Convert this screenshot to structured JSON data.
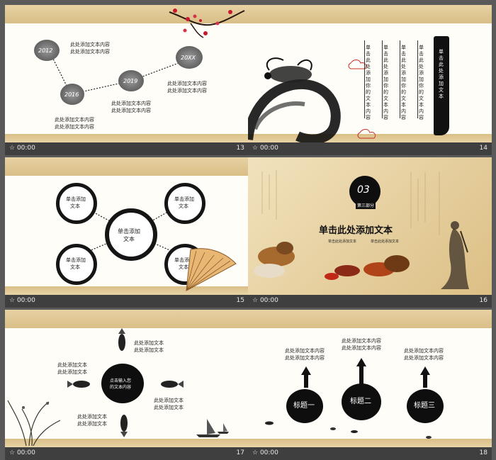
{
  "slides": [
    {
      "num": "13",
      "duration": "00:00",
      "years": [
        "2012",
        "2016",
        "2019",
        "20XX"
      ],
      "texts": [
        [
          "此处添加文本内容",
          "此处添加文本内容"
        ],
        [
          "此处添加文本内容",
          "此处添加文本内容"
        ],
        [
          "此处添加文本内容",
          "此处添加文本内容"
        ],
        [
          "此处添加文本内容",
          "此处添加文本内容"
        ]
      ]
    },
    {
      "num": "14",
      "duration": "00:00",
      "cols": [
        "单击此处添加你的文本内容",
        "单击此处添加你的文本内容",
        "单击此处添加你的文本内容",
        "单击此处添加你的文本内容"
      ],
      "banner": "单击此处添加文本"
    },
    {
      "num": "15",
      "duration": "00:00",
      "center": [
        "单击添加",
        "文本"
      ],
      "nodes": [
        [
          "单击添加",
          "文本"
        ],
        [
          "单击添加",
          "文本"
        ],
        [
          "单击添加",
          "文本"
        ],
        [
          "单击添加",
          "文本"
        ]
      ]
    },
    {
      "num": "16",
      "duration": "00:00",
      "section_num": "03",
      "section_label": "第三部分",
      "title": "单击此处添加文本",
      "subs": [
        "单击此处添加文本",
        "单击此处添加文本"
      ]
    },
    {
      "num": "17",
      "duration": "00:00",
      "center": [
        "点击输入您",
        "的文本内容"
      ],
      "texts": [
        [
          "此处添加文本",
          "此处添加文本"
        ],
        [
          "此处添加文本",
          "此处添加文本"
        ],
        [
          "此处添加文本",
          "此处添加文本"
        ],
        [
          "此处添加文本",
          "此处添加文本"
        ]
      ]
    },
    {
      "num": "18",
      "duration": "00:00",
      "titles": [
        "标题一",
        "标题二",
        "标题三"
      ],
      "texts": [
        [
          "此处添加文本内容",
          "此处添加文本内容"
        ],
        [
          "此处添加文本内容",
          "此处添加文本内容"
        ],
        [
          "此处添加文本内容",
          "此处添加文本内容"
        ]
      ]
    }
  ],
  "colors": {
    "background": "#5a5a5a",
    "footer": "#3f3f3f",
    "parchment": "#e2c994",
    "ink": "#111111"
  }
}
